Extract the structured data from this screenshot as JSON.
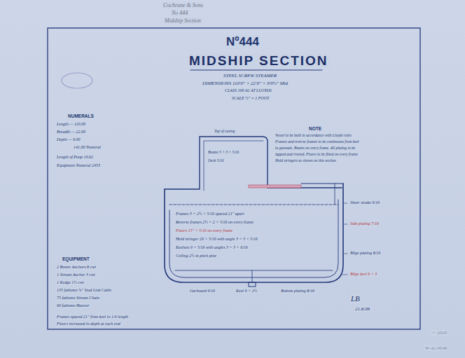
{
  "diagram": {
    "title": "MIDSHIP SECTION",
    "labels": [
      "Nº444",
      "STEEL SCREW STEAMER",
      "DIMENSIONS 110'0\" × 22'0\" × 9'0½\" Mld",
      "CLASS 100 A1 AT LLOYDS",
      "SCALE ½\" = 1 FOOT",
      "NUMERALS",
      "Length — 110.00",
      "Breadth — 22.00",
      "Depth — 9.00",
      "141.00 Numeral",
      "Length of Poop 19.62",
      "Equipment Numeral 2453",
      "EQUIPMENT",
      "2 Bower Anchors 8 cwt",
      "1 Stream Anchor 3 cwt",
      "1 Kedge 1½ cwt",
      "135 fathoms ⅞\" Stud Link Cable",
      "75 fathoms Stream Chain",
      "60 fathoms Hawser",
      "Frames spaced 21\" from keel to 1/4 length",
      "Floors increased in depth at each end",
      "NOTE",
      "Vessel to be built in accordance with Lloyds rules",
      "Frames and reverse frames to be continuous from keel",
      "to gunwale. Beams on every frame. All plating to be",
      "lapped and riveted. Floors to be fitted on every frame",
      "Hold stringers as shown on this section",
      "Top of casing",
      "Beams 5 × 3 × 5/16",
      "Deck 5/16",
      "Frames 3 × 2½ × 5/16 spaced 21\" apart",
      "Reverse frames 2½ × 2 × 5/16 on every frame",
      "Floors 15\" × 5/16 on every frame",
      "Hold stringer 20 × 5/16 with angle 3 × 3 × 5/16",
      "Keelson 9 × 5/16 with angles 3 × 3 × 6/16",
      "Ceiling 2½ in pitch pine",
      "Sheer strake 9/16",
      "Side plating 7/16",
      "Bilge plating 8/16",
      "Bilge keel 6 × 3",
      "Garboard 9/16",
      "Keel 9 × 2½",
      "Bottom plating 8/16",
      "LB",
      "21.8.08",
      "Cochrane & Sons",
      "No 444",
      "Midship Section",
      "© 2020",
      "W-42-9048"
    ]
  }
}
